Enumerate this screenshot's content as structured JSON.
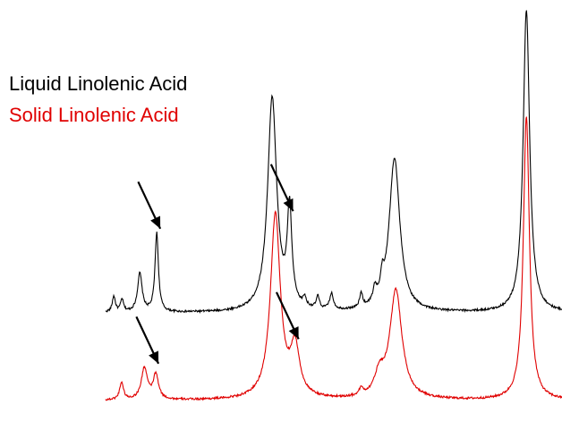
{
  "chart_data": {
    "type": "line",
    "title": "",
    "xlabel": "",
    "ylabel": "",
    "axes_visible": false,
    "grid": false,
    "legend_placement": "top-left",
    "series": [
      {
        "name": "Liquid Linolenic Acid",
        "color": "#000000",
        "baseline": 0.0,
        "peaks": [
          {
            "center": 0.018,
            "height": 0.09,
            "width": 0.004
          },
          {
            "center": 0.036,
            "height": 0.07,
            "width": 0.004
          },
          {
            "center": 0.075,
            "height": 0.22,
            "width": 0.006
          },
          {
            "center": 0.112,
            "height": 0.45,
            "width": 0.0045
          },
          {
            "center": 0.365,
            "height": 1.22,
            "width": 0.012
          },
          {
            "center": 0.403,
            "height": 0.55,
            "width": 0.006
          },
          {
            "center": 0.436,
            "height": 0.05,
            "width": 0.004
          },
          {
            "center": 0.465,
            "height": 0.07,
            "width": 0.004
          },
          {
            "center": 0.495,
            "height": 0.09,
            "width": 0.005
          },
          {
            "center": 0.56,
            "height": 0.08,
            "width": 0.004
          },
          {
            "center": 0.59,
            "height": 0.08,
            "width": 0.005
          },
          {
            "center": 0.606,
            "height": 0.1,
            "width": 0.004
          },
          {
            "center": 0.633,
            "height": 0.88,
            "width": 0.014
          },
          {
            "center": 0.922,
            "height": 1.73,
            "width": 0.0085
          }
        ],
        "arrows": [
          {
            "x": 0.112,
            "y": 0.45
          },
          {
            "x": 0.403,
            "y": 0.55
          }
        ]
      },
      {
        "name": "Solid Linolenic Acid",
        "color": "#e00000",
        "baseline": -0.5,
        "peaks": [
          {
            "center": 0.035,
            "height": 0.1,
            "width": 0.005
          },
          {
            "center": 0.085,
            "height": 0.18,
            "width": 0.008
          },
          {
            "center": 0.11,
            "height": 0.14,
            "width": 0.007
          },
          {
            "center": 0.372,
            "height": 1.05,
            "width": 0.013
          },
          {
            "center": 0.415,
            "height": 0.28,
            "width": 0.012
          },
          {
            "center": 0.56,
            "height": 0.04,
            "width": 0.005
          },
          {
            "center": 0.6,
            "height": 0.12,
            "width": 0.012
          },
          {
            "center": 0.636,
            "height": 0.62,
            "width": 0.016
          },
          {
            "center": 0.922,
            "height": 1.62,
            "width": 0.008
          }
        ],
        "arrows": [
          {
            "x": 0.108,
            "y": 0.18
          },
          {
            "x": 0.415,
            "y": 0.32
          }
        ]
      }
    ]
  }
}
